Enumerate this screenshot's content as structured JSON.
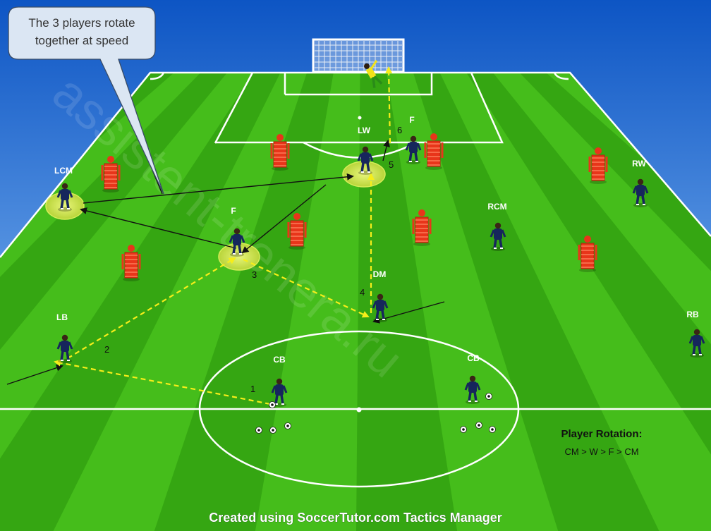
{
  "callout": {
    "line1": "The 3 players rotate",
    "line2": "together at speed"
  },
  "watermark": "assistent-trenera.ru",
  "footer": "Created using SoccerTutor.com Tactics Manager",
  "legend": {
    "title": "Player Rotation:",
    "sequence": "CM > W > F > CM"
  },
  "players": {
    "lcm": "LCM",
    "f_mid": "F",
    "lw": "LW",
    "f_top": "F",
    "rw": "RW",
    "rcm": "RCM",
    "dm": "DM",
    "lb": "LB",
    "rb": "RB",
    "cb_left": "CB",
    "cb_right": "CB"
  },
  "steps": [
    "1",
    "2",
    "3",
    "4",
    "5",
    "6"
  ],
  "colors": {
    "pitch_light": "#49c21c",
    "pitch_dark": "#36a812",
    "pass_arrow": "#f6ee1a",
    "player": "#16265c",
    "mannequin": "#e8351a",
    "sky": "#3b8fe6"
  }
}
